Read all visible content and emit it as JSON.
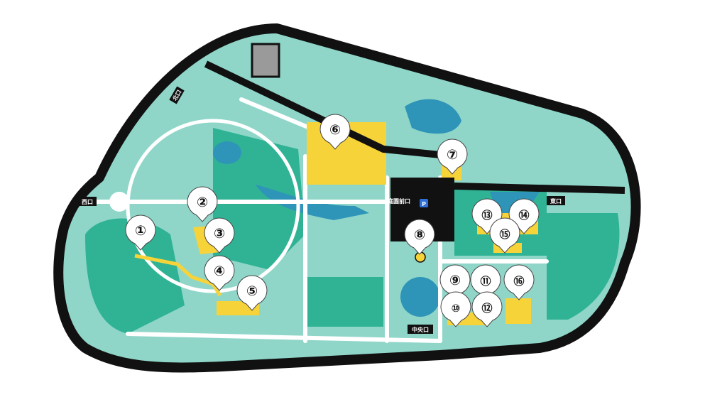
{
  "colors": {
    "outline": "#111111",
    "park_base": "#8fd6c9",
    "dark_green": "#2fb394",
    "water": "#2e95b8",
    "path": "#ffffff",
    "highlight": "#f7d33a",
    "building": "#111111"
  },
  "gates": {
    "north": "北口",
    "west": "西口",
    "east": "東口",
    "central": "中央口",
    "garden_front": "庭園前口"
  },
  "parking": {
    "label": "P",
    "icon": "parking-icon"
  },
  "markers": [
    {
      "id": "1",
      "label": "①"
    },
    {
      "id": "2",
      "label": "②"
    },
    {
      "id": "3",
      "label": "③"
    },
    {
      "id": "4",
      "label": "④"
    },
    {
      "id": "5",
      "label": "⑤"
    },
    {
      "id": "6",
      "label": "⑥"
    },
    {
      "id": "7",
      "label": "⑦"
    },
    {
      "id": "8",
      "label": "⑧"
    },
    {
      "id": "9",
      "label": "⑨"
    },
    {
      "id": "10",
      "label": "⑩"
    },
    {
      "id": "11",
      "label": "⑪"
    },
    {
      "id": "12",
      "label": "⑫"
    },
    {
      "id": "13",
      "label": "⑬"
    },
    {
      "id": "14",
      "label": "⑭"
    },
    {
      "id": "15",
      "label": "⑮"
    },
    {
      "id": "16",
      "label": "⑯"
    }
  ]
}
